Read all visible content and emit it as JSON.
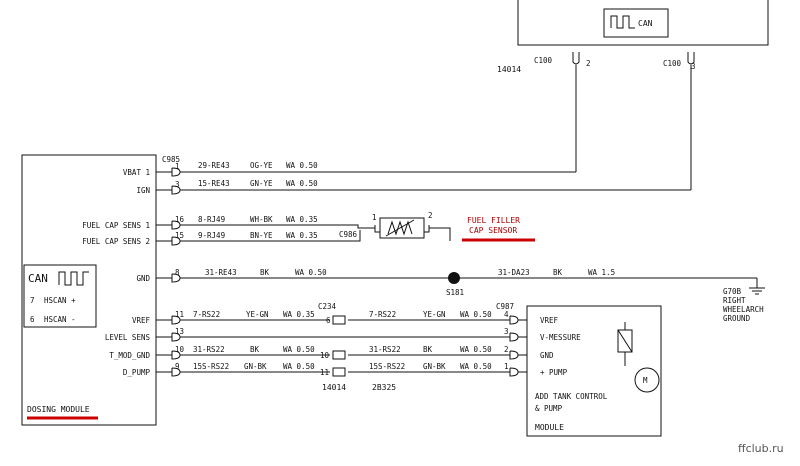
{
  "top_module": {
    "can_label": "CAN",
    "part_no": "14014",
    "conn_left": "C100",
    "pin_left": "2",
    "conn_right": "C100",
    "pin_right": "3"
  },
  "dosing": {
    "name": "DOSING MODULE",
    "conn": "C985",
    "can_label": "CAN",
    "hscan_plus": "HSCAN +",
    "hscan_plus_pin": "7",
    "hscan_minus": "HSCAN -",
    "hscan_minus_pin": "6",
    "pins": [
      {
        "label": "VBAT 1",
        "pin": "1"
      },
      {
        "label": "IGN",
        "pin": "3"
      },
      {
        "label": "FUEL CAP SENS 1",
        "pin": "16"
      },
      {
        "label": "FUEL CAP SENS 2",
        "pin": "15"
      },
      {
        "label": "GND",
        "pin": "8"
      },
      {
        "label": "VREF",
        "pin": "11"
      },
      {
        "label": "LEVEL SENS",
        "pin": "13"
      },
      {
        "label": "T_MOD_GND",
        "pin": "10"
      },
      {
        "label": "D_PUMP",
        "pin": "9"
      }
    ]
  },
  "wires": [
    {
      "code": "29-RE43",
      "color": "OG-YE",
      "gauge": "WA 0.50"
    },
    {
      "code": "15-RE43",
      "color": "GN-YE",
      "gauge": "WA 0.50"
    },
    {
      "code": "8-RJ49",
      "color": "WH-BK",
      "gauge": "WA 0.35"
    },
    {
      "code": "9-RJ49",
      "color": "BN-YE",
      "gauge": "WA 0.35"
    },
    {
      "code": "31-RE43",
      "color": "BK",
      "gauge": "WA 0.50"
    },
    {
      "code": "31-DA23",
      "color": "BK",
      "gauge": "WA 1.5"
    },
    {
      "code": "7-RS22",
      "color": "YE-GN",
      "gauge": "WA 0.35"
    },
    {
      "code": "7-RS22",
      "color": "YE-GN",
      "gauge": "WA 0.50"
    },
    {
      "code": "31-RS22",
      "color": "BK",
      "gauge": "WA 0.50"
    },
    {
      "code": "31-RS22",
      "color": "BK",
      "gauge": "WA 0.50"
    },
    {
      "code": "15S-RS22",
      "color": "GN-BK",
      "gauge": "WA 0.50"
    },
    {
      "code": "15S-RS22",
      "color": "GN-BK",
      "gauge": "WA 0.50"
    }
  ],
  "sensor": {
    "conn": "C986",
    "pin1": "1",
    "pin2": "2",
    "name_line1": "FUEL FILLER",
    "name_line2": "CAP SENSOR"
  },
  "splice": "S181",
  "inline": {
    "c234": "C234",
    "c234_pin": "6",
    "pins": [
      "10",
      "11"
    ],
    "part_left": "14014",
    "part_right": "2B325"
  },
  "ground": {
    "id": "G70B",
    "line1": "RIGHT",
    "line2": "WHEELARCH",
    "line3": "GROUND"
  },
  "tank": {
    "conn": "C987",
    "pins": [
      {
        "label": "VREF",
        "pin": "4"
      },
      {
        "label": "V-MESSURE",
        "pin": "3"
      },
      {
        "label": "GND",
        "pin": "2"
      },
      {
        "label": "+ PUMP",
        "pin": "1"
      }
    ],
    "title1": "ADD TANK CONTROL",
    "title2": "& PUMP",
    "title3": "MODULE",
    "motor": "M"
  },
  "watermark": "ffclub.ru",
  "colors": {
    "highlight": "#cc0000",
    "line": "#111111"
  }
}
